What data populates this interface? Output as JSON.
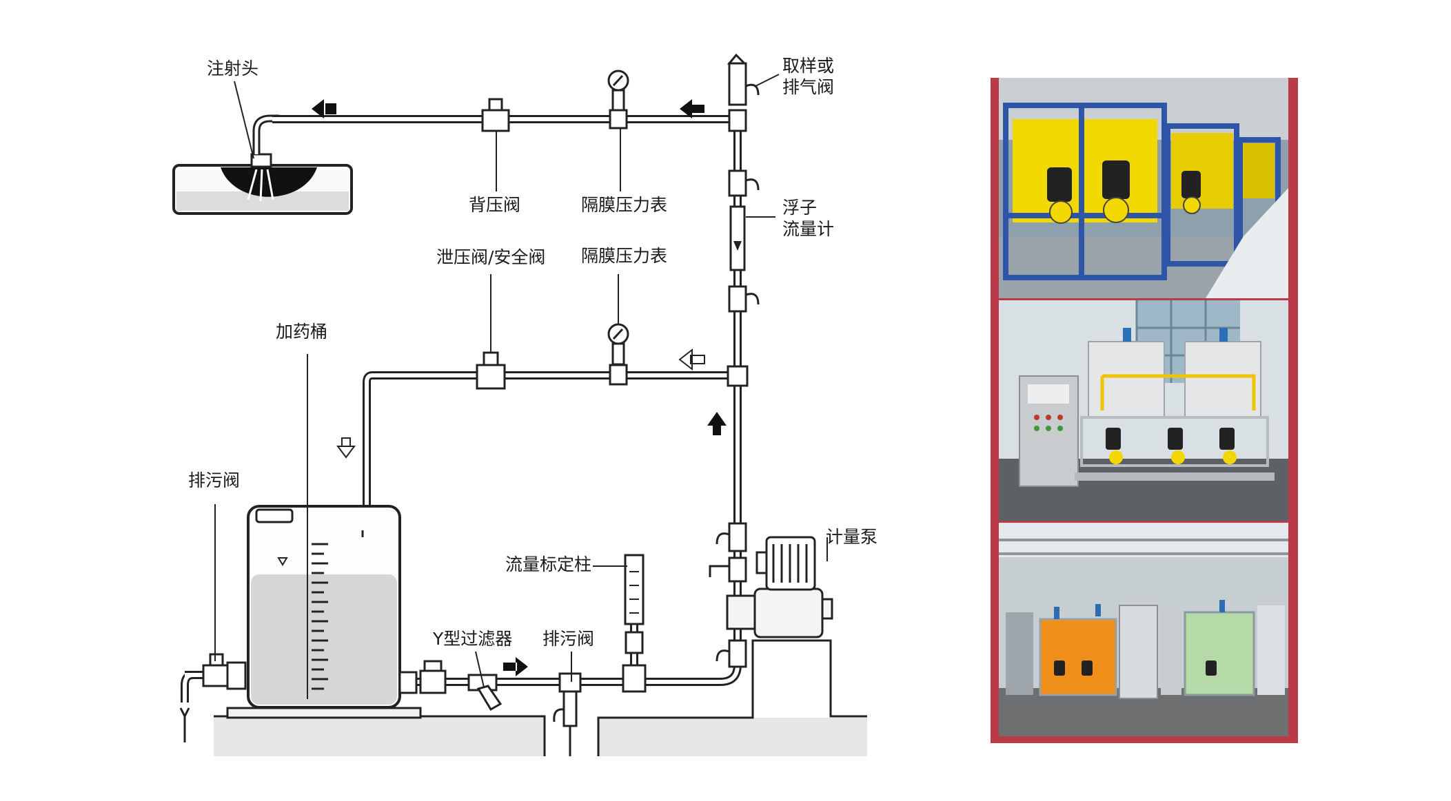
{
  "labels": {
    "injector": "注射头",
    "sample_valve_line1": "取样或",
    "sample_valve_line2": "排气阀",
    "back_pressure_valve": "背压阀",
    "diaphragm_gauge_top": "隔膜压力表",
    "float_line1": "浮子",
    "float_line2": "流量计",
    "relief_valve": "泄压阀/安全阀",
    "diaphragm_gauge_mid": "隔膜压力表",
    "dosing_tank": "加药桶",
    "drain_valve_left": "排污阀",
    "metering_pump": "计量泵",
    "calibration_column": "流量标定柱",
    "y_strainer": "Y型过滤器",
    "drain_valve_bottom": "排污阀"
  },
  "photos": [
    {
      "name": "photo-dosing-skid-row"
    },
    {
      "name": "photo-dosing-system-tanks"
    },
    {
      "name": "photo-water-treatment-room"
    }
  ],
  "colors": {
    "frame": "#bb3a48",
    "pipe": "#1a1a1a",
    "liquid": "#d6d6d6",
    "ground": "#e8e8e8"
  }
}
